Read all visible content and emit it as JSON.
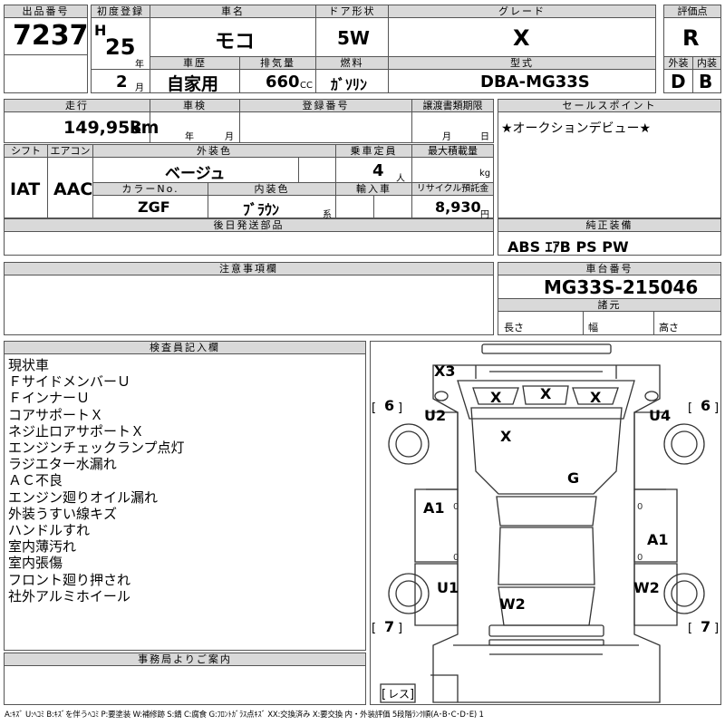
{
  "header": {
    "lot_label": "出品番号",
    "lot": "7237",
    "reg_label": "初度登録",
    "era": "H",
    "year": "25",
    "year_unit": "年",
    "month": "2",
    "month_unit": "月",
    "car_label": "車名",
    "car": "モコ",
    "door_label": "ドア形状",
    "door": "5W",
    "grade_label": "グレード",
    "grade": "X",
    "score_label": "評価点",
    "score": "R",
    "history_label": "車歴",
    "history": "自家用",
    "disp_label": "排気量",
    "disp": "660",
    "disp_unit": "CC",
    "fuel_label": "燃料",
    "fuel": "ｶﾞｿﾘﾝ",
    "model_label": "型式",
    "model": "DBA-MG33S",
    "ext_label": "外装",
    "ext": "D",
    "int_label": "内装",
    "int": "B"
  },
  "row2": {
    "mileage_label": "走行",
    "mileage": "149,953",
    "mileage_unit": "km",
    "inspection_label": "車検",
    "insp_year": "年",
    "insp_month": "月",
    "regno_label": "登録番号",
    "transfer_label": "譲渡書類期限",
    "tr_month": "月",
    "tr_day": "日",
    "sales_label": "セールスポイント",
    "sales": "★オークションデビュー★"
  },
  "row3": {
    "shift_label": "シフト",
    "shift": "IAT",
    "ac_label": "エアコン",
    "ac": "AAC",
    "color_label": "外装色",
    "color": "ベージュ",
    "seats_label": "乗車定員",
    "seats": "4",
    "seats_unit": "人",
    "load_label": "最大積載量",
    "load_unit": "kg",
    "colorno_label": "カラーNo.",
    "colorno": "ZGF",
    "intcolor_label": "内装色",
    "intcolor": "ﾌﾞﾗｳﾝ",
    "intcolor_unit": "系",
    "import_label": "輸入車",
    "recycle_label": "リサイクル預託金",
    "recycle": "8,930",
    "recycle_unit": "円"
  },
  "later_label": "後日発送部品",
  "equip_label": "純正装備",
  "equip": "ABS ｴｱB PS PW",
  "notes_label": "注意事項欄",
  "chassis_label": "車台番号",
  "chassis": "MG33S-215046",
  "spec_label": "諸元",
  "spec_len": "長さ",
  "spec_wid": "幅",
  "spec_hgt": "高さ",
  "inspector_label": "検査員記入欄",
  "remarks": [
    "現状車",
    "ＦサイドメンバーＵ",
    "ＦインナーＵ",
    "コアサポートＸ",
    "ネジ止ロアサポートＸ",
    "エンジンチェックランプ点灯",
    "ラジエター水漏れ",
    "ＡＣ不良",
    "エンジン廻りオイル漏れ",
    "外装うすい線キズ",
    "ハンドルすれ",
    "室内薄汚れ",
    "室内張傷",
    "フロント廻り押され",
    "社外アルミホイール"
  ],
  "office_label": "事務局よりご案内",
  "diagram": {
    "marks": {
      "x3": "X3",
      "wx1": "X",
      "wx2": "X",
      "wx3": "X",
      "hood": "X",
      "u2": "U2",
      "u4": "U4",
      "g": "G",
      "a1l": "A1",
      "a1r": "A1",
      "u1": "U1",
      "w2b": "W2",
      "w2r": "W2"
    },
    "tires": {
      "fl": "6",
      "fr": "6",
      "rl": "7",
      "rr": "7"
    },
    "spare": "レス"
  },
  "legend": "A:ｷｽﾞ U:ﾍｺﾐ B:ｷｽﾞを伴うﾍｺﾐ P:要塗装 W:補修跡 S:錆 C:腐食 G:ﾌﾛﾝﾄｶﾞﾗｽ点ｷｽﾞ XX:交換済み X:要交換 内・外装評価 5段階ﾗﾝｸ順(A･B･C･D･E) 1"
}
